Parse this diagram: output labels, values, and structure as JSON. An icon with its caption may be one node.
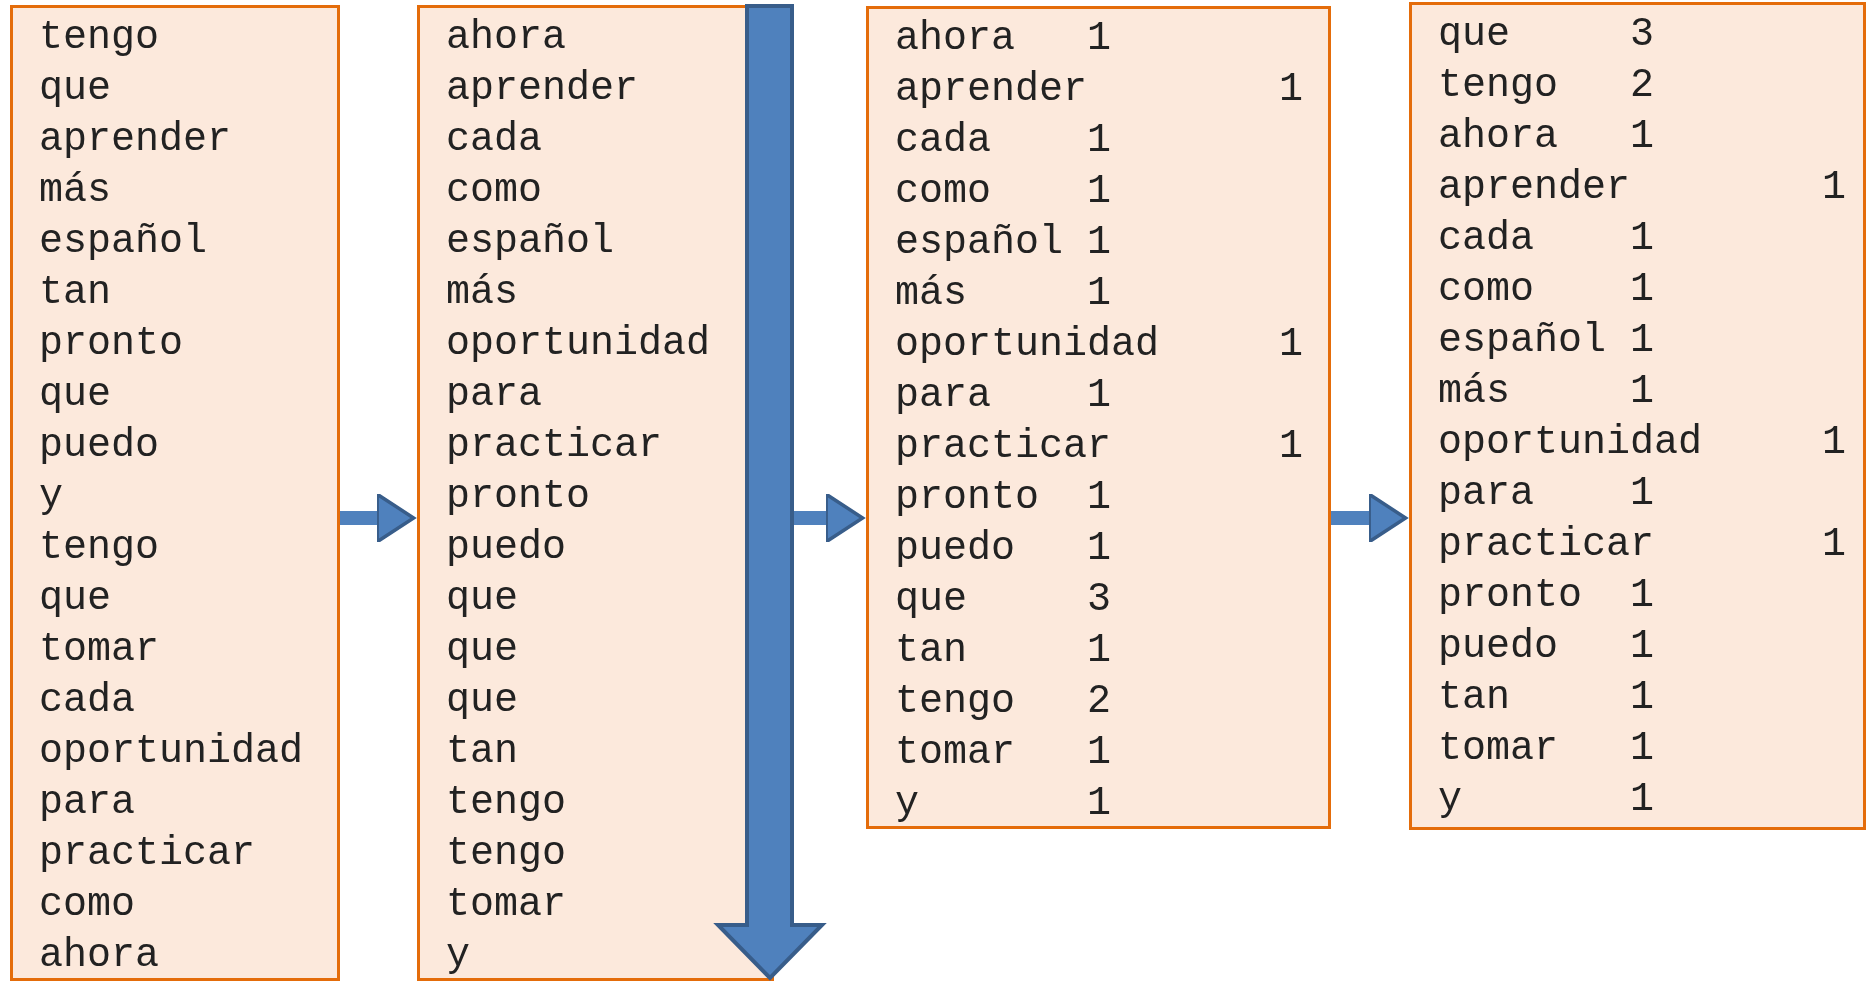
{
  "diagram": {
    "nodes": [
      {
        "text": [
          "tengo",
          "que",
          "aprender",
          "más",
          "español",
          "tan",
          "pronto",
          "que",
          "puedo",
          "y",
          "tengo",
          "que",
          "tomar",
          "cada",
          "oportunidad",
          "para",
          "practicar",
          "como",
          "ahora"
        ]
      },
      {
        "text": [
          "ahora",
          "aprender",
          "cada",
          "como",
          "español",
          "más",
          "oportunidad",
          "para",
          "practicar",
          "pronto",
          "puedo",
          "que",
          "que",
          "que",
          "tan",
          "tengo",
          "tengo",
          "tomar",
          "y"
        ]
      },
      {
        "text": [
          "ahora 1",
          "aprender 1",
          "cada 1",
          "como 1",
          "español 1",
          "más 1",
          "oportunidad 1",
          "para 1",
          "practicar 1",
          "pronto 1",
          "puedo 1",
          "que 3",
          "tan 1",
          "tengo 2",
          "tomar 1",
          "y 1"
        ]
      },
      {
        "text": [
          "que 3",
          "tengo 2",
          "ahora 1",
          "aprender 1",
          "cada 1",
          "como 1",
          "español 1",
          "más 1",
          "oportunidad 1",
          "para 1",
          "practicar 1",
          "pronto 1",
          "puedo 1",
          "tan 1",
          "tomar 1",
          "y 1"
        ]
      }
    ],
    "edges": [
      {
        "from": 0,
        "to": 1,
        "arrow": "to"
      },
      {
        "from": 1,
        "to": 2,
        "arrow": "to"
      },
      {
        "from": 2,
        "to": 3,
        "arrow": "to"
      }
    ]
  }
}
